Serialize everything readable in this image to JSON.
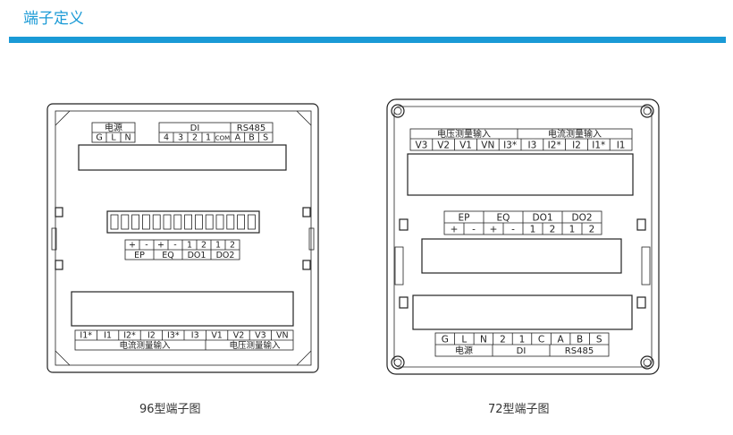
{
  "header": {
    "title": "端子定义"
  },
  "left": {
    "caption": "96型端子图",
    "power": {
      "label": "电源",
      "pins": [
        "G",
        "L",
        "N"
      ]
    },
    "di": {
      "label": "DI",
      "pins": [
        "4",
        "3",
        "2",
        "1",
        "COM"
      ]
    },
    "rs485": {
      "label": "RS485",
      "pins": [
        "A",
        "B",
        "S"
      ]
    },
    "io": {
      "pins": [
        "+",
        "-",
        "+",
        "-",
        "1",
        "2",
        "1",
        "2"
      ],
      "groups": [
        "EP",
        "EQ",
        "DO1",
        "DO2"
      ]
    },
    "bottom": {
      "pins": [
        "I1*",
        "I1",
        "I2*",
        "I2",
        "I3*",
        "I3",
        "V1",
        "V2",
        "V3",
        "VN"
      ],
      "current_label": "电流测量输入",
      "voltage_label": "电压测量输入"
    }
  },
  "right": {
    "caption": "72型端子图",
    "top": {
      "voltage_label": "电压测量输入",
      "current_label": "电流测量输入",
      "pins": [
        "V3",
        "V2",
        "V1",
        "VN",
        "I3*",
        "I3",
        "I2*",
        "I2",
        "I1*",
        "I1"
      ]
    },
    "io": {
      "groups": [
        "EP",
        "EQ",
        "DO1",
        "DO2"
      ],
      "pins": [
        "+",
        "-",
        "+",
        "-",
        "1",
        "2",
        "1",
        "2"
      ]
    },
    "bottom": {
      "pins": [
        "G",
        "L",
        "N",
        "2",
        "1",
        "C",
        "A",
        "B",
        "S"
      ],
      "power_label": "电源",
      "di_label": "DI",
      "rs485_label": "RS485"
    }
  }
}
